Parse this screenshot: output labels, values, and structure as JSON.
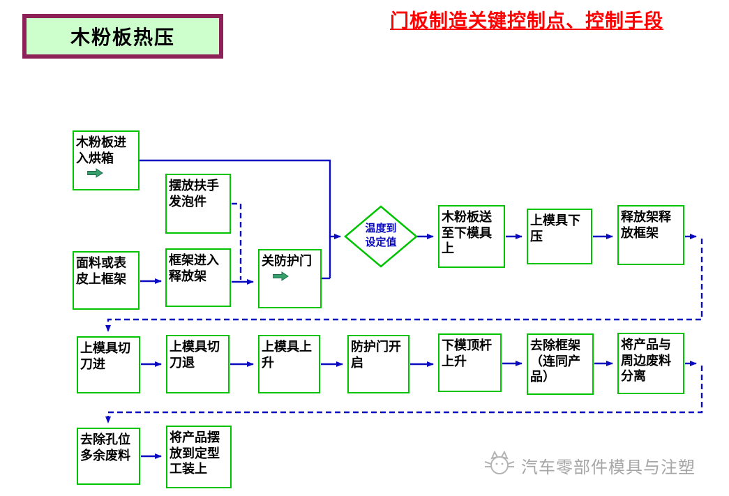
{
  "slide": {
    "title": "门板制造关键控制点、控制手段",
    "banner": "木粉板热压"
  },
  "diamond": {
    "line1": "温度到",
    "line2": "设定值"
  },
  "nodes": [
    {
      "label": "木粉板进入烘箱",
      "icon": "arrow-right-icon"
    },
    {
      "label": "摆放扶手发泡件"
    },
    {
      "label": "面料或表皮上框架"
    },
    {
      "label": "框架进入释放架"
    },
    {
      "label": "关防护门",
      "icon": "arrow-right-icon"
    },
    {
      "label": "木粉板送至下模具上"
    },
    {
      "label": "上模具下压"
    },
    {
      "label": "释放架释放框架"
    },
    {
      "label": "上模具切刀进"
    },
    {
      "label": "上模具切刀退"
    },
    {
      "label": "上模具上升"
    },
    {
      "label": "防护门开启"
    },
    {
      "label": "下模顶杆上升"
    },
    {
      "label": "去除框架（连同产品）"
    },
    {
      "label": "将产品与周边废料分离"
    },
    {
      "label": "去除孔位多余废料"
    },
    {
      "label": "将产品摆放到定型工装上"
    }
  ],
  "edges": [
    {
      "from": "木粉板进入烘箱",
      "to": "温度到设定值",
      "style": "solid"
    },
    {
      "from": "面料或表皮上框架",
      "to": "框架进入释放架",
      "style": "solid"
    },
    {
      "from": "框架进入释放架",
      "to": "关防护门",
      "style": "solid"
    },
    {
      "from": "摆放扶手发泡件",
      "to": "关防护门",
      "style": "dashed"
    },
    {
      "from": "关防护门",
      "to": "温度到设定值",
      "style": "solid"
    },
    {
      "from": "温度到设定值",
      "to": "木粉板送至下模具上",
      "style": "solid"
    },
    {
      "from": "木粉板送至下模具上",
      "to": "上模具下压",
      "style": "solid"
    },
    {
      "from": "上模具下压",
      "to": "释放架释放框架",
      "style": "solid"
    },
    {
      "from": "释放架释放框架",
      "to": "上模具切刀进",
      "style": "dashed"
    },
    {
      "from": "上模具切刀进",
      "to": "上模具切刀退",
      "style": "solid"
    },
    {
      "from": "上模具切刀退",
      "to": "上模具上升",
      "style": "solid"
    },
    {
      "from": "上模具上升",
      "to": "防护门开启",
      "style": "solid"
    },
    {
      "from": "防护门开启",
      "to": "下模顶杆上升",
      "style": "solid"
    },
    {
      "from": "下模顶杆上升",
      "to": "去除框架（连同产品）",
      "style": "solid"
    },
    {
      "from": "去除框架（连同产品）",
      "to": "将产品与周边废料分离",
      "style": "solid"
    },
    {
      "from": "将产品与周边废料分离",
      "to": "去除孔位多余废料",
      "style": "dashed"
    },
    {
      "from": "去除孔位多余废料",
      "to": "将产品摆放到定型工装上",
      "style": "solid"
    }
  ],
  "watermark": {
    "text": "汽车零部件模具与注塑",
    "icon": "cat-logo-icon"
  },
  "colors": {
    "node_border": "#00c400",
    "connector_blue": "#0a0ac0",
    "title_red": "#ff0000",
    "banner_bg": "#ccffcc",
    "banner_border": "#8e2157",
    "diamond_text": "#0a0ac0",
    "watermark_gray": "#a6a6a6",
    "mini_arrow_green": "#35a06c"
  }
}
